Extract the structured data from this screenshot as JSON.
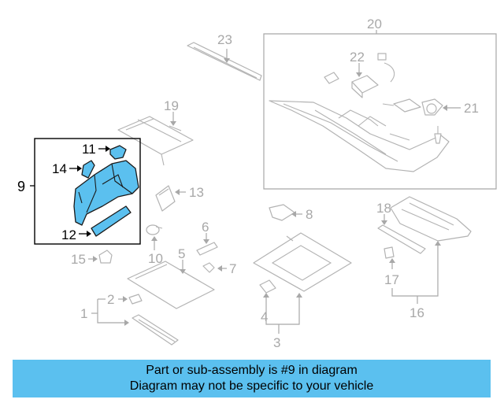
{
  "callouts": {
    "c1": "1",
    "c2": "2",
    "c3": "3",
    "c4": "4",
    "c5": "5",
    "c6": "6",
    "c7": "7",
    "c8": "8",
    "c9": "9",
    "c10": "10",
    "c11": "11",
    "c12": "12",
    "c13": "13",
    "c14": "14",
    "c15": "15",
    "c16": "16",
    "c17": "17",
    "c18": "18",
    "c19": "19",
    "c20": "20",
    "c21": "21",
    "c22": "22",
    "c23": "23"
  },
  "highlight_color": "#5bc0ef",
  "banner": {
    "line1": "Part or sub-assembly is #9 in diagram",
    "line2": "Diagram may not be specific to your vehicle"
  }
}
